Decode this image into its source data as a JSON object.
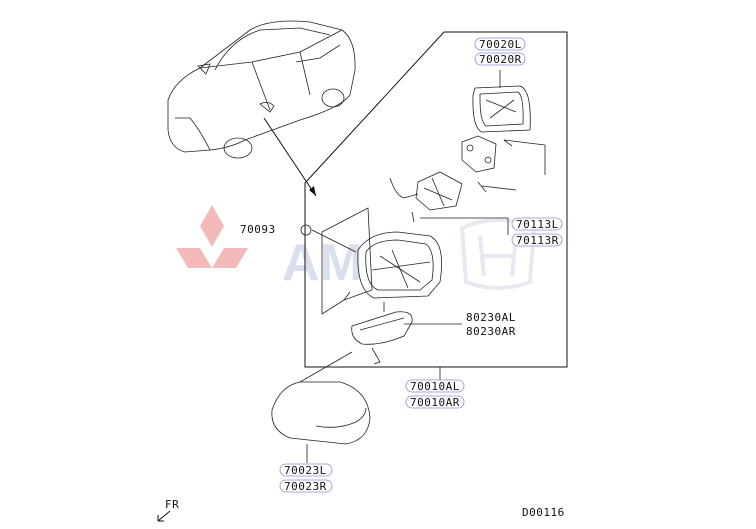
{
  "parts": {
    "p70020L": "70020L",
    "p70020R": "70020R",
    "p70093": "70093",
    "p70113L": "70113L",
    "p70113R": "70113R",
    "p80230AL": "80230AL",
    "p80230AR": "80230AR",
    "p70010AL": "70010AL",
    "p70010AR": "70010AR",
    "p70023L": "70023L",
    "p70023R": "70023R"
  },
  "front_marker": "FR",
  "diagram_code": "D00116",
  "watermark": {
    "text": "AM",
    "logo_color": "#e23b3b",
    "text_color": "#d0d8e8"
  },
  "colors": {
    "line": "#111111",
    "pill_border": "#8a8fd0"
  }
}
